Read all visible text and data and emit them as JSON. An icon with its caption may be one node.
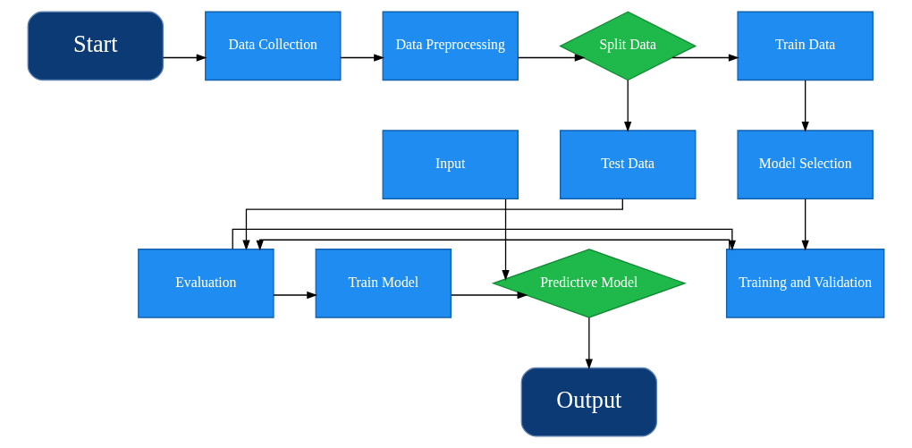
{
  "diagram": {
    "nodes": [
      {
        "text": [
          "Start"
        ]
      },
      {
        "text": [
          "Data Collection"
        ]
      },
      {
        "text": [
          "Data Preprocessing"
        ]
      },
      {
        "text": [
          "Split Data"
        ]
      },
      {
        "text": [
          "Train Data"
        ]
      },
      {
        "text": [
          "Test Data"
        ]
      },
      {
        "text": [
          "Model Selection"
        ]
      },
      {
        "text": [
          "Input"
        ]
      },
      {
        "text": [
          "Predictive Model"
        ]
      },
      {
        "text": [
          "Train Model"
        ]
      },
      {
        "text": [
          "Evaluation"
        ]
      },
      {
        "text": [
          "Training and Validation"
        ]
      },
      {
        "text": [
          "Output"
        ]
      }
    ],
    "edges": [
      {
        "from": 0,
        "to": 1,
        "arrow": "to"
      },
      {
        "from": 1,
        "to": 2,
        "arrow": "to"
      },
      {
        "from": 2,
        "to": 3,
        "arrow": "to"
      },
      {
        "from": 3,
        "to": 4,
        "arrow": "to"
      },
      {
        "from": 3,
        "to": 5,
        "arrow": "to"
      },
      {
        "from": 4,
        "to": 6,
        "arrow": "to"
      },
      {
        "from": 6,
        "to": 11,
        "arrow": "to"
      },
      {
        "from": 5,
        "to": 10,
        "arrow": "to"
      },
      {
        "from": 11,
        "to": 10,
        "arrow": "to"
      },
      {
        "from": 10,
        "to": 9,
        "arrow": "to"
      },
      {
        "from": 9,
        "to": 8,
        "arrow": "to"
      },
      {
        "from": 7,
        "to": 8,
        "arrow": "to"
      },
      {
        "from": 8,
        "to": 12,
        "arrow": "to"
      },
      {
        "from": 10,
        "to": 11,
        "arrow": "to"
      }
    ]
  }
}
